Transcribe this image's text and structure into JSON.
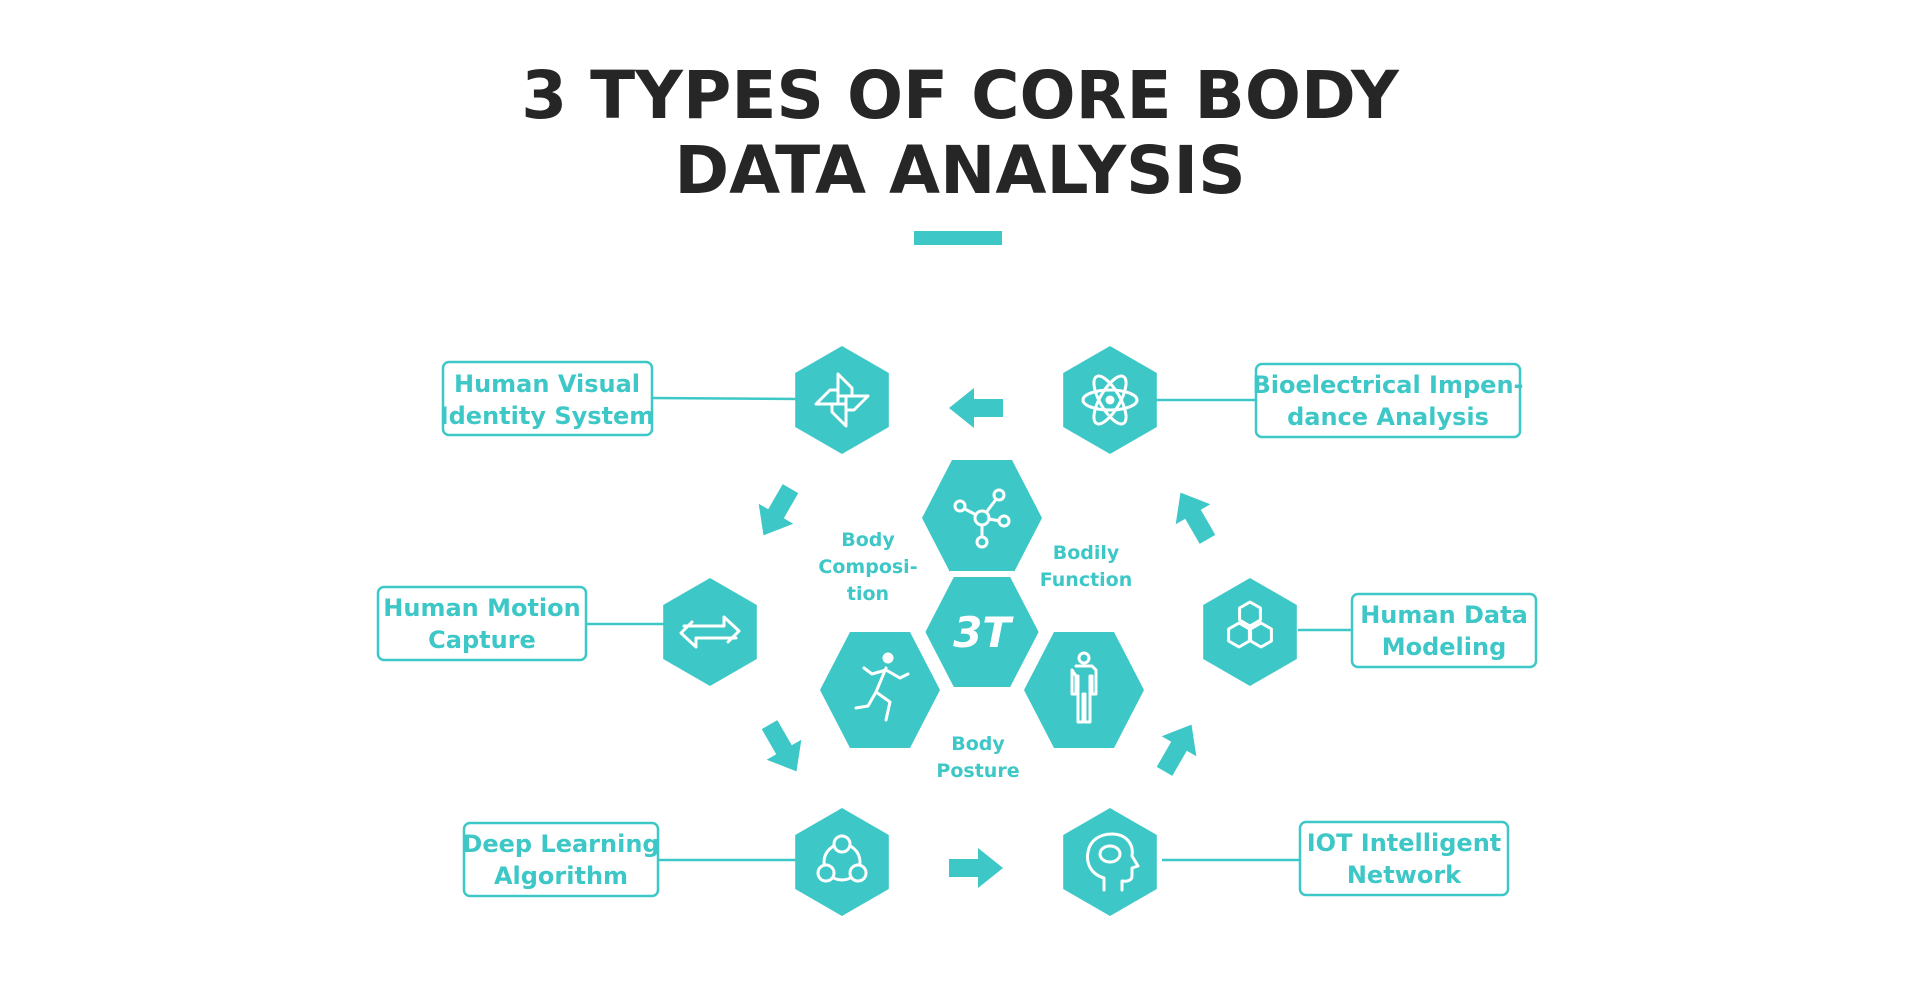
{
  "title": {
    "line1": "3 TYPES OF CORE BODY",
    "line2": "DATA ANALYSIS"
  },
  "colors": {
    "accent": "#3ec7c7",
    "title": "#262626",
    "background": "#ffffff"
  },
  "center": {
    "label": "3T",
    "categories": {
      "composition": [
        "Body",
        "Composi-",
        "tion"
      ],
      "function": [
        "Bodily",
        "Function"
      ],
      "posture": [
        "Body",
        "Posture"
      ]
    },
    "hex_icons": {
      "top": "molecule-icon",
      "left": "running-person-icon",
      "right": "human-body-icon"
    }
  },
  "nodes": {
    "visual": {
      "lines": [
        "Human Visual",
        "Identity System"
      ],
      "icon": "pinwheel-icon"
    },
    "bioelectrical": {
      "lines": [
        "Bioelectrical Impen-",
        "dance Analysis"
      ],
      "icon": "atom-icon"
    },
    "motion": {
      "lines": [
        "Human Motion",
        "Capture"
      ],
      "icon": "exchange-arrows-icon"
    },
    "modeling": {
      "lines": [
        "Human Data",
        "Modeling"
      ],
      "icon": "hexagon-cluster-icon"
    },
    "deep_learning": {
      "lines": [
        "Deep Learning",
        "Algorithm"
      ],
      "icon": "network-circles-icon"
    },
    "iot": {
      "lines": [
        "IOT Intelligent",
        "Network"
      ],
      "icon": "head-brain-icon"
    }
  }
}
